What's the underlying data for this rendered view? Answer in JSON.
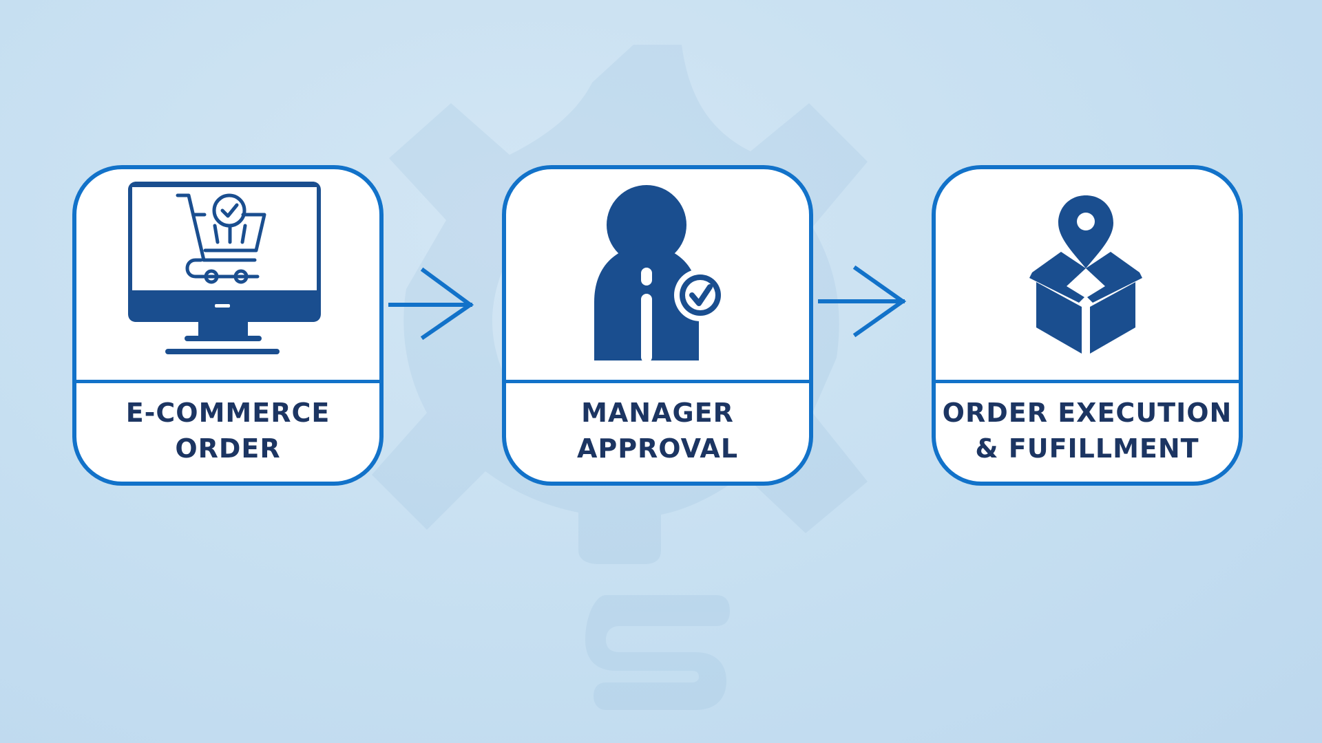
{
  "colors": {
    "accent": "#1272c9",
    "icon": "#1a4e8f",
    "text": "#1c3562",
    "card_background": "#ffffff",
    "page_background": "#c6dff1"
  },
  "steps": [
    {
      "icon": "computer-shopping-cart-icon",
      "label_line1": "E-COMMERCE",
      "label_line2": "ORDER"
    },
    {
      "icon": "person-approval-icon",
      "label_line1": "MANAGER",
      "label_line2": "APPROVAL"
    },
    {
      "icon": "package-location-pin-icon",
      "label_line1": "ORDER EXECUTION",
      "label_line2": "& FUFILLMENT"
    }
  ],
  "connectors": [
    {
      "from": "E-COMMERCE ORDER",
      "to": "MANAGER APPROVAL",
      "icon": "arrow-right-icon"
    },
    {
      "from": "MANAGER APPROVAL",
      "to": "ORDER EXECUTION & FUFILLMENT",
      "icon": "arrow-right-icon"
    }
  ]
}
